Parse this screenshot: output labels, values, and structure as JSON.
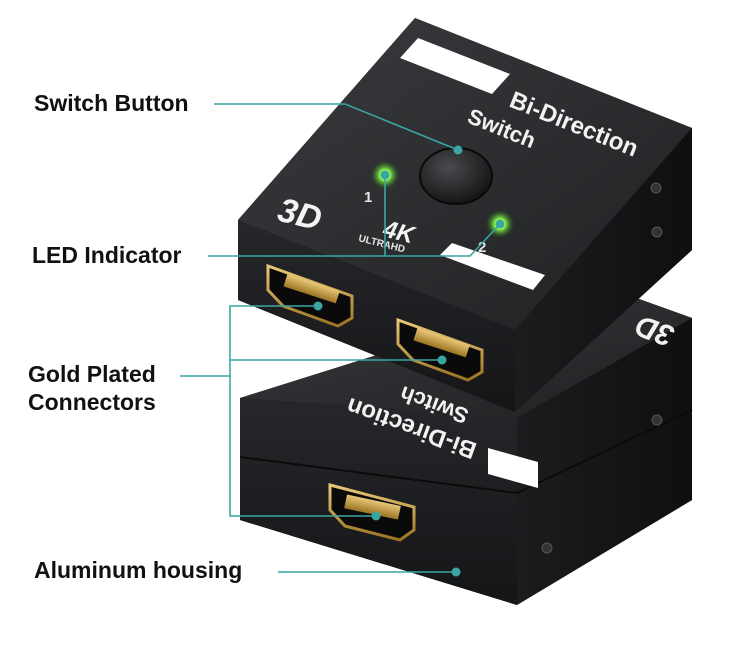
{
  "labels": {
    "switch_button": "Switch Button",
    "led_indicator": "LED Indicator",
    "gold_plated_line1": "Gold Plated",
    "gold_plated_line2": "Connectors",
    "aluminum_housing": "Aluminum housing"
  },
  "device": {
    "top_unit": {
      "brand_line1": "Bi-Direction",
      "brand_line2": "Switch",
      "port_1": "1",
      "port_2": "2",
      "badge_3d": "3D",
      "badge_4k": "4K",
      "badge_ultrahd": "ULTRAHD"
    },
    "bottom_unit": {
      "brand_line1": "Bi-Direction",
      "brand_line2": "Switch",
      "badge_3d": "3D"
    }
  },
  "colors": {
    "callout_line": "#3aa6a2",
    "housing_top": "#2a2b2d",
    "housing_front": "#1c1d1f",
    "housing_side": "#141516",
    "led": "#7dff4a",
    "gold": "#c9a24a",
    "label_strip": "#ffffff"
  }
}
